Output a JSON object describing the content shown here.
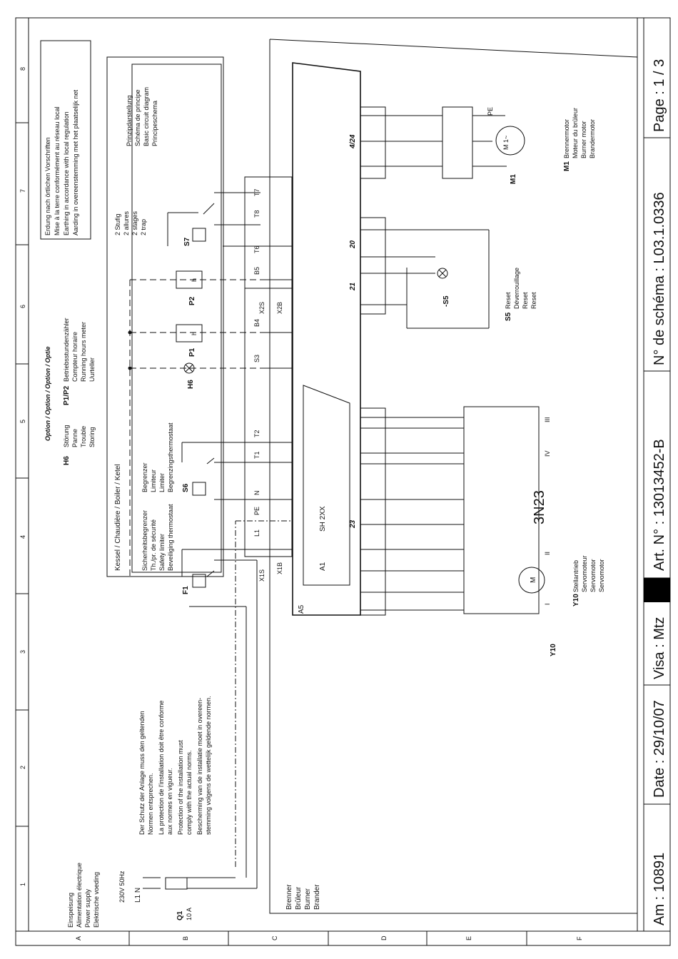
{
  "title_block": {
    "am": "Am : 10891",
    "date": "Date : 29/10/07",
    "visa": "Visa : Mtz",
    "art": "Art. N° : 13013452-B",
    "schema": "N° de schéma : L03.1.0336",
    "page": "Page : 1 / 3"
  },
  "grid": {
    "columns": [
      "1",
      "2",
      "3",
      "4",
      "5",
      "6",
      "7",
      "8"
    ],
    "rows": [
      "A",
      "B",
      "C",
      "D",
      "E",
      "F"
    ]
  },
  "earthing_note": [
    "Erdung nach örtlichen Vorschriften",
    "Mise à la terre conformément au réseau local",
    "Earthing in accordance with local regulation",
    "Aarding in overeenstemming met het plaatselijk net"
  ],
  "option_heading": "Option / Option / Option / Optie",
  "h6_legend": {
    "code": "H6",
    "lines": [
      "Störung",
      "Panne",
      "Trouble",
      "Storing"
    ]
  },
  "p1p2_legend": {
    "code": "P1/P2",
    "lines": [
      "Betriebsstundenzähler",
      "Compteur horaire",
      "Running hours meter",
      "Uurteller"
    ]
  },
  "stages_note": [
    "2 Stufig",
    "2 allures",
    "2 stages",
    "2 trap"
  ],
  "principle_note": [
    "Prinzipdarstellung",
    "Schéma de principe",
    "Basic circuit diagram",
    "Principeschema"
  ],
  "boiler_heading": "Kessel / Chaudière / Boiler / Ketel",
  "f1_legend": {
    "code": "F1",
    "lines": [
      "Sicherheitsbegrenzer",
      "Th./pr. de sécurité",
      "Safety limiter",
      "Beveiliging thermostaat"
    ]
  },
  "s6_legend": {
    "code": "S6",
    "lines": [
      "Begrenzer",
      "Limiteur",
      "Limiter",
      "Begrenzingsthermostaat"
    ]
  },
  "protection_note": [
    "Der Schutz der Anlage muss den geltenden",
    "Normen entsprechen.",
    "La protection de l'installation doit être conforme",
    "aux normes en vigueur.",
    "Protection of the installation must",
    "comply with the actual norms.",
    "Bescherming van de installatie moet in overeen-",
    "stemming volgens de wettelijk geldende normen."
  ],
  "supply_legend": [
    "Einspeisung",
    "Alimentation électrique",
    "Power supply",
    "Elektrische voeding"
  ],
  "supply_voltage": "230V 50Hz",
  "supply_lines": "L1 N",
  "q1": {
    "code": "Q1",
    "rating": "10 A"
  },
  "burner_legend": [
    "Brenner",
    "Brûleur",
    "Burner",
    "Brander"
  ],
  "terminals": {
    "x1s_label": "X1S",
    "x1b_label": "X1B",
    "x2s_label": "X2S",
    "x2b_label": "X2B",
    "names": [
      "L1",
      "PE",
      "N",
      "T1",
      "T2",
      "S3",
      "B4",
      "B5",
      "T6",
      "T8",
      "T7"
    ]
  },
  "controller": {
    "code": "A1",
    "model": "SH 2XX",
    "box": "A5"
  },
  "connectors": {
    "c23": "23",
    "c21": "21",
    "c20": "20",
    "c424": "4/24"
  },
  "m1_legend": {
    "code": "M1",
    "lines": [
      "Brennermotor",
      "Moteur du brûleur",
      "Burner motor",
      "Brandermotor"
    ]
  },
  "s5_legend": {
    "code": "S5",
    "lines": [
      "Reset",
      "Déverrouillage",
      "Reset",
      "Reset"
    ]
  },
  "s5_symbol": "-S5",
  "y10_legend": {
    "code": "Y10",
    "lines": [
      "Stellantrieb",
      "Servomoteur",
      "Servomotor",
      "Servomotor"
    ]
  },
  "servo_model": "3N23",
  "servo_roman": [
    "I",
    "II",
    "III",
    "IV"
  ],
  "labels": {
    "s7": "S7",
    "p2": "P2",
    "p1": "P1",
    "h6": "H6",
    "s6": "S6",
    "f1": "F1",
    "m1": "M1",
    "y10": "Y10",
    "m": "M",
    "h": "h",
    "pe": "PE",
    "m1t": "M 1~"
  }
}
